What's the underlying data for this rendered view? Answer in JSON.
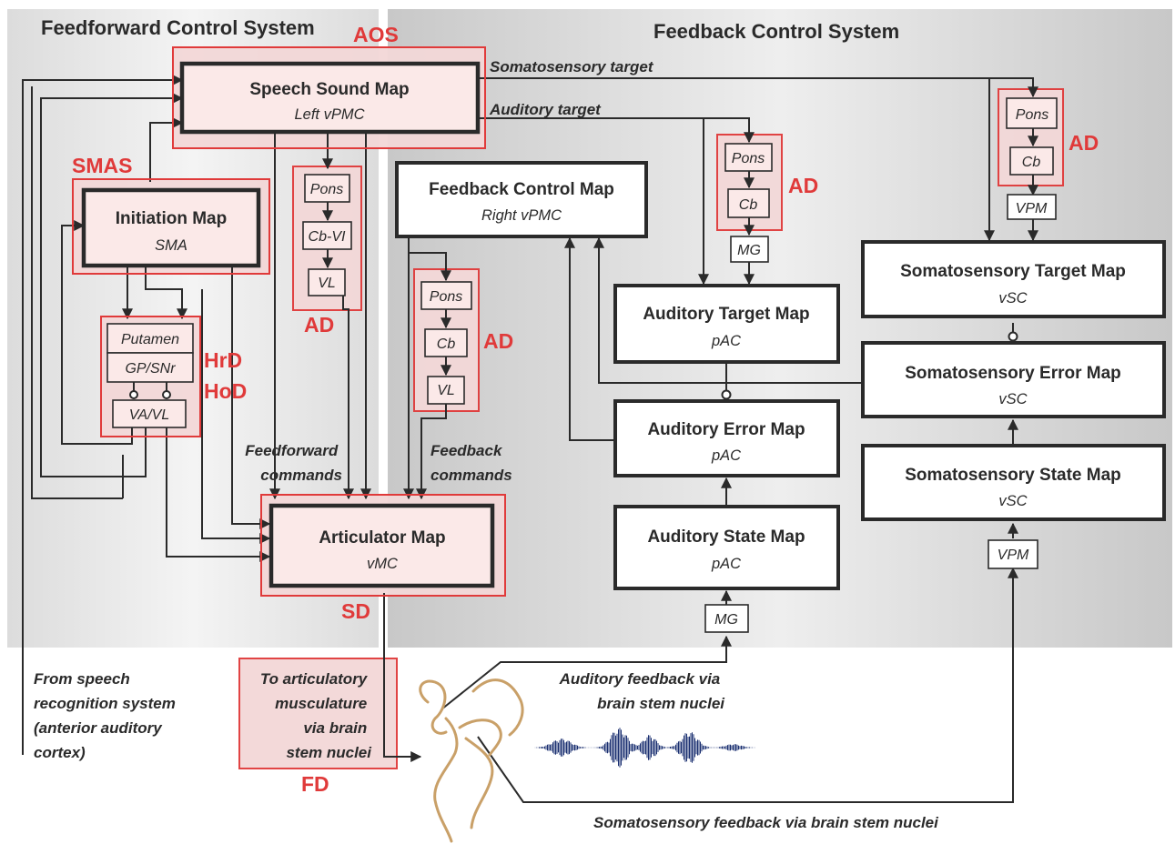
{
  "systems": {
    "feedforward": "Feedforward Control System",
    "feedback": "Feedback Control System"
  },
  "modules": {
    "speech_sound_map": {
      "title": "Speech Sound Map",
      "sub": "Left vPMC"
    },
    "initiation_map": {
      "title": "Initiation Map",
      "sub": "SMA"
    },
    "articulator_map": {
      "title": "Articulator Map",
      "sub": "vMC"
    },
    "feedback_control_map": {
      "title": "Feedback Control Map",
      "sub": "Right vPMC"
    },
    "auditory_target_map": {
      "title": "Auditory Target Map",
      "sub": "pAC"
    },
    "auditory_error_map": {
      "title": "Auditory Error Map",
      "sub": "pAC"
    },
    "auditory_state_map": {
      "title": "Auditory State Map",
      "sub": "pAC"
    },
    "somatosensory_target_map": {
      "title": "Somatosensory Target Map",
      "sub": "vSC"
    },
    "somatosensory_error_map": {
      "title": "Somatosensory Error Map",
      "sub": "vSC"
    },
    "somatosensory_state_map": {
      "title": "Somatosensory State Map",
      "sub": "vSC"
    }
  },
  "relays": {
    "pons": "Pons",
    "cb": "Cb",
    "cb_vi": "Cb-VI",
    "vl": "VL",
    "mg": "MG",
    "vpm": "VPM",
    "putamen": "Putamen",
    "gp_snr": "GP/SNr",
    "va_vl": "VA/VL"
  },
  "disorders": {
    "aos": "AOS",
    "smas": "SMAS",
    "ad": "AD",
    "hrd": "HrD",
    "hod": "HoD",
    "sd": "SD",
    "fd": "FD"
  },
  "labels": {
    "somatosensory_target": "Somatosensory target",
    "auditory_target": "Auditory target",
    "feedforward_commands": [
      "Feedforward",
      "commands"
    ],
    "feedback_commands": [
      "Feedback",
      "commands"
    ],
    "from_speech": [
      "From speech",
      "recognition system",
      "(anterior auditory",
      "cortex)"
    ],
    "to_articulatory": [
      "To articulatory",
      "musculature",
      "via brain",
      "stem nuclei"
    ],
    "auditory_feedback": [
      "Auditory feedback via",
      "brain stem nuclei"
    ],
    "somatosensory_feedback": "Somatosensory feedback via brain stem nuclei"
  },
  "colors": {
    "disorder_red": "#e03a3a",
    "box_outline": "#2a2a2a",
    "highlight_fill": "#fbe9e8",
    "background_gray": "#d2d2d2",
    "head_outline": "#c9a068",
    "waveform": "#1a2f70"
  }
}
